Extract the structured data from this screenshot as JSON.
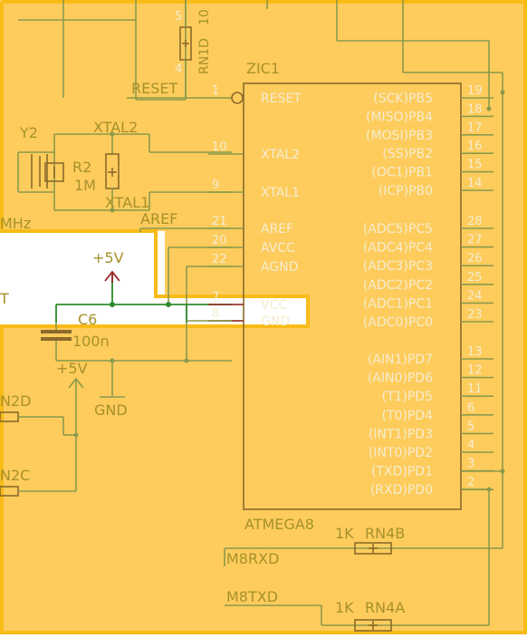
{
  "colors": {
    "highlight": "#fecc5c",
    "border": "#f8bb18",
    "wire": "#8a9a4b",
    "wire_green": "#2e8b2e",
    "component": "#8b6a2a",
    "label": "#a6912b",
    "pin_text": "#f4ecd0",
    "power": "#9b2a2a",
    "white_area": "#ffffff"
  },
  "chip": {
    "name": "ZIC1",
    "value": "ATMEGA8",
    "left_pins": [
      {
        "name": "RESET",
        "number": "1",
        "inverted": true
      },
      {
        "name": "XTAL2",
        "number": "10"
      },
      {
        "name": "XTAL1",
        "number": "9"
      },
      {
        "name": "AREF",
        "number": "21"
      },
      {
        "name": "AVCC",
        "number": "20"
      },
      {
        "name": "AGND",
        "number": "22"
      },
      {
        "name": "VCC",
        "number": "7"
      },
      {
        "name": "GND",
        "number": "8"
      }
    ],
    "right_pins": [
      {
        "name": "(SCK)PB5",
        "number": "19"
      },
      {
        "name": "(MISO)PB4",
        "number": "18"
      },
      {
        "name": "(MOSI)PB3",
        "number": "17"
      },
      {
        "name": "(SS)PB2",
        "number": "16"
      },
      {
        "name": "(OC1)PB1",
        "number": "15"
      },
      {
        "name": "(ICP)PB0",
        "number": "14"
      },
      {
        "name": "(ADC5)PC5",
        "number": "28"
      },
      {
        "name": "(ADC4)PC4",
        "number": "27"
      },
      {
        "name": "(ADC3)PC3",
        "number": "26"
      },
      {
        "name": "(ADC2)PC2",
        "number": "25"
      },
      {
        "name": "(ADC1)PC1",
        "number": "24"
      },
      {
        "name": "(ADC0)PC0",
        "number": "23"
      },
      {
        "name": "(AIN1)PD7",
        "number": "13"
      },
      {
        "name": "(AIN0)PD6",
        "number": "12"
      },
      {
        "name": "(T1)PD5",
        "number": "11"
      },
      {
        "name": "(T0)PD4",
        "number": "6"
      },
      {
        "name": "(INT1)PD3",
        "number": "5"
      },
      {
        "name": "(INT0)PD2",
        "number": "4"
      },
      {
        "name": "(TXD)PD1",
        "number": "3"
      },
      {
        "name": "(RXD)PD0",
        "number": "2"
      }
    ]
  },
  "nets": {
    "reset": "RESET",
    "xtal2": "XTAL2",
    "xtal1": "XTAL1",
    "aref": "AREF",
    "m8rxd": "M8RXD",
    "m8txd": "M8TXD"
  },
  "components": {
    "y2": "Y2",
    "r2_name": "R2",
    "r2_value": "1M",
    "c6_name": "C6",
    "c6_value": "100n",
    "rn1d": "RN1D",
    "rn1d_value": "10",
    "rn1d_pin_top": "5",
    "rn1d_pin_bottom": "4",
    "rn4b": "RN4B",
    "rn4b_value": "1K",
    "rn4a": "RN4A",
    "rn4a_value": "1K",
    "rn2d": "N2D",
    "rn2c": "N2C",
    "mhz": "MHz",
    "cut_t": "T"
  },
  "power": {
    "vcc1": "+5V",
    "vcc2": "+5V",
    "gnd": "GND"
  }
}
